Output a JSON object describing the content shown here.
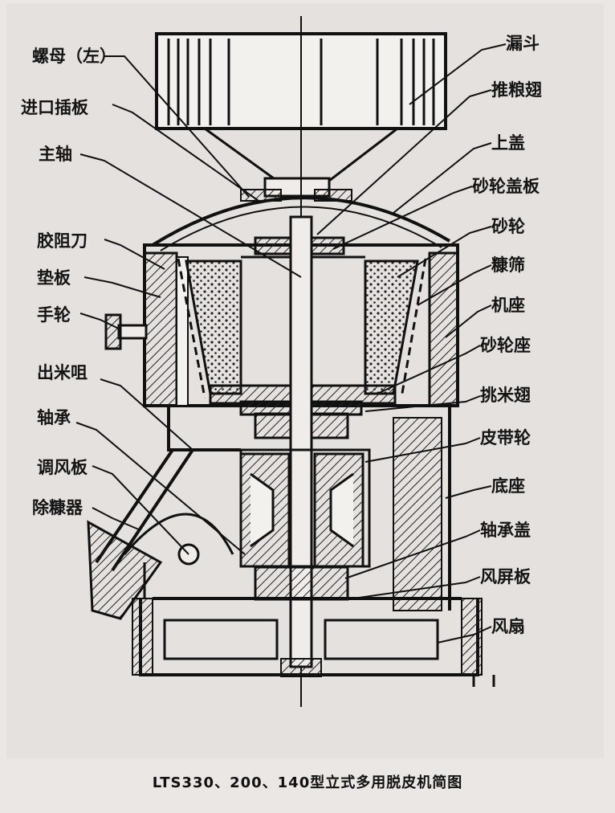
{
  "labels_left": [
    "螺母（左）",
    "进口插板",
    "主轴",
    "胶阻刀",
    "垫板",
    "手轮",
    "出米咀",
    "轴承",
    "调风板",
    "除糠器"
  ],
  "labels_right": [
    "漏斗",
    "推粮翅",
    "上盖",
    "砂轮盖板",
    "砂轮",
    "糠筛",
    "机座",
    "砂轮座",
    "挑米翅",
    "皮带轮",
    "底座",
    "轴承盖",
    "风屏板",
    "风扇"
  ],
  "caption": "LTS330、200、140型立式多用脱皮机简图"
}
